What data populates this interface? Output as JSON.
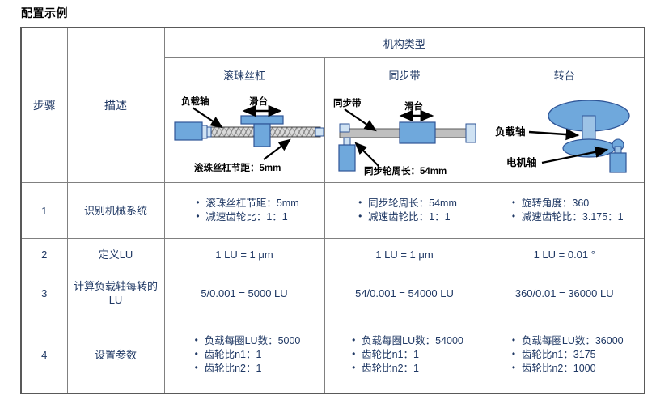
{
  "title": "配置示例",
  "table": {
    "header": {
      "step_label": "步骤",
      "desc_label": "描述",
      "mechanism_label": "机构类型",
      "mechanisms": [
        {
          "name": "滚珠丝杠",
          "key": "ballscrew"
        },
        {
          "name": "同步带",
          "key": "belt"
        },
        {
          "name": "转台",
          "key": "turntable"
        }
      ]
    },
    "diagrams": {
      "ballscrew": {
        "label_load_shaft": "负载轴",
        "label_slide": "滑台",
        "label_pitch": "滚珠丝杠节距：5mm"
      },
      "belt": {
        "label_belt": "同步带",
        "label_slide": "滑台",
        "label_circumference": "同步轮周长：54mm"
      },
      "turntable": {
        "label_load_shaft": "负载轴",
        "label_motor_shaft": "电机轴"
      }
    },
    "rows": [
      {
        "step": "1",
        "description": "识别机械系统",
        "type": "bullets",
        "ballscrew": [
          "滚珠丝杠节距：5mm",
          "减速齿轮比：1：1"
        ],
        "belt": [
          "同步轮周长：54mm",
          "减速齿轮比：1：1"
        ],
        "turntable": [
          "旋转角度：360",
          "减速齿轮比：3.175：1"
        ]
      },
      {
        "step": "2",
        "description": "定义LU",
        "type": "text",
        "ballscrew": "1 LU = 1 μm",
        "belt": "1 LU = 1 μm",
        "turntable": "1 LU = 0.01 °"
      },
      {
        "step": "3",
        "description": "计算负载轴每转的LU",
        "type": "text",
        "ballscrew": "5/0.001 = 5000 LU",
        "belt": "54/0.001 = 54000 LU",
        "turntable": "360/0.01 = 36000 LU"
      },
      {
        "step": "4",
        "description": "设置参数",
        "type": "bullets",
        "ballscrew": [
          "负载每圈LU数：5000",
          "齿轮比n1：1",
          "齿轮比n2：1"
        ],
        "belt": [
          "负载每圈LU数：54000",
          "齿轮比n1：1",
          "齿轮比n2：1"
        ],
        "turntable": [
          "负载每圈LU数：36000",
          "齿轮比n1：3175",
          "齿轮比n2：1000"
        ]
      }
    ]
  },
  "colors": {
    "text": "#1f3864",
    "border": "#808080",
    "outer_border": "#595959",
    "diagram_blue_fill": "#6fa8dc",
    "diagram_blue_stroke": "#2f5597",
    "diagram_gray_fill": "#bfbfbf",
    "diagram_label": "#000000"
  }
}
